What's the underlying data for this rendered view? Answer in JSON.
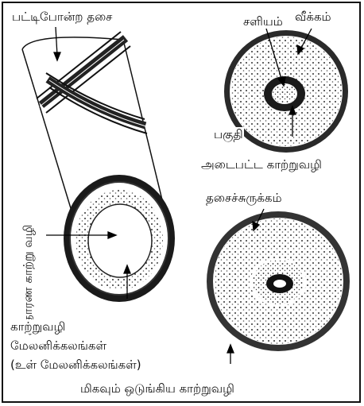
{
  "labels": {
    "strap_muscle": "பட்டிபோன்ற தசை",
    "normal_airway": "சாதாரண காற்று வழி",
    "airway_epithelium": "காற்றுவழி",
    "epithelial_cells": "மேலனிக்கலங்கள்",
    "inner_epithelial_cells": "(உள் மேலனிக்கலங்கள்)",
    "mucus": "சளியம்",
    "swelling": "வீக்கம்",
    "partially_label_1": "பகுதி",
    "partially_label_2": "அடைபட்ட காற்றுவழி",
    "muscle_contraction": "தசைச்சுருக்கம்",
    "severely_narrowed": "மிகவும் ஒடுங்கிய காற்றுவழி"
  }
}
